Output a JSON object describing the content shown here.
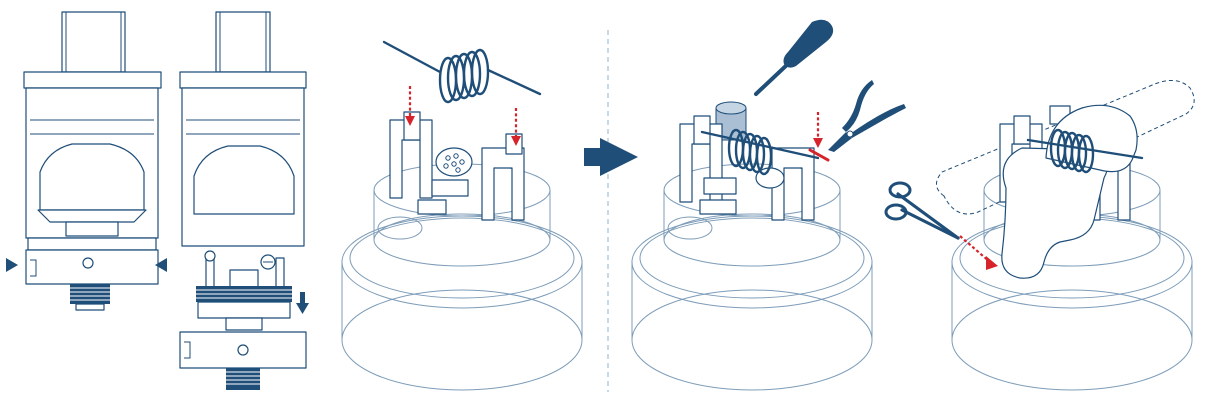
{
  "colors": {
    "line": "#1f4e79",
    "light_line": "#7d9cb8",
    "accent_red": "#d6242a",
    "background": "#ffffff"
  },
  "steps": [
    {
      "name": "disassemble-tank"
    },
    {
      "name": "install-coil"
    },
    {
      "name": "trim-coil-leads"
    },
    {
      "name": "insert-wick"
    }
  ],
  "icons": [
    "arrow-right-icon",
    "arrow-left-icon",
    "arrow-down-icon",
    "screwdriver-icon",
    "pliers-icon",
    "scissors-icon",
    "next-step-arrow-icon"
  ]
}
